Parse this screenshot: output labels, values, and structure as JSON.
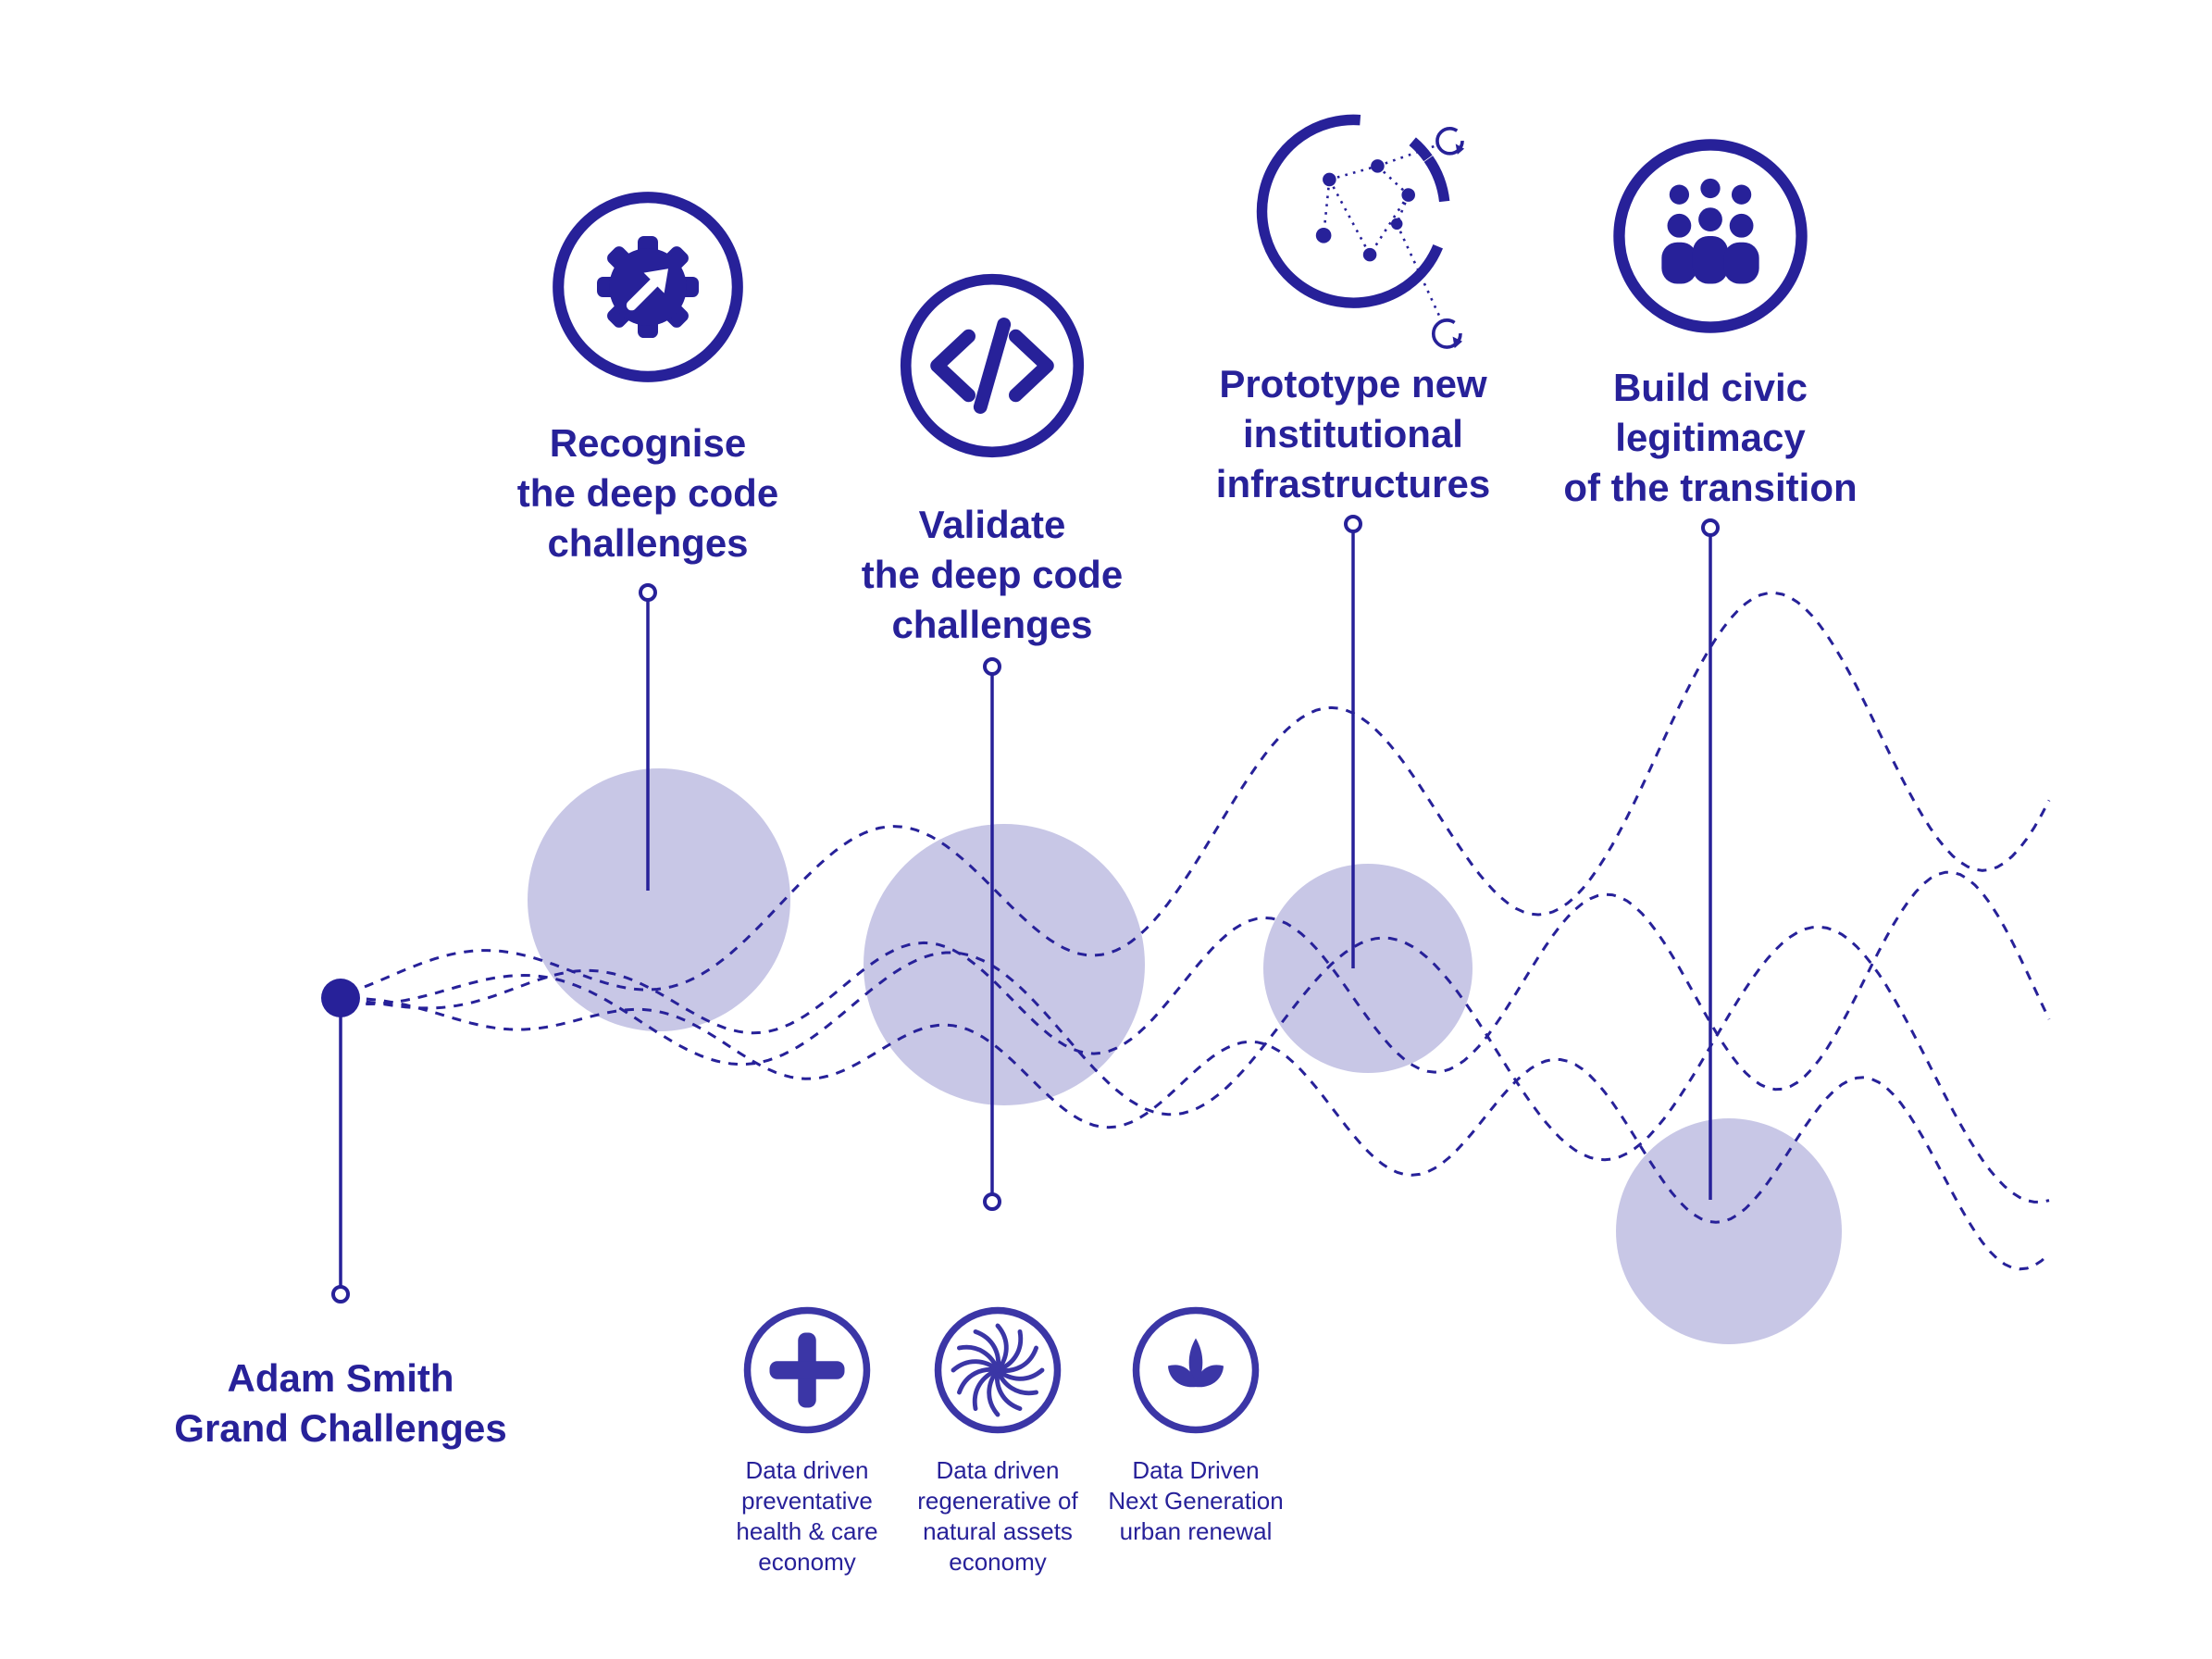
{
  "colors": {
    "navy": "#272199",
    "indigo": "#3b36a6",
    "blob": "#c8c7e6"
  },
  "milestones": [
    {
      "icon": "gear-arrow-icon",
      "label": "Recognise\nthe deep code\nchallenges"
    },
    {
      "icon": "code-icon",
      "label": "Validate\nthe deep code\nchallenges"
    },
    {
      "icon": "network-prototype-icon",
      "label": "Prototype new\ninstitutional\ninfrastructures"
    },
    {
      "icon": "people-group-icon",
      "label": "Build civic\nlegitimacy\nof the transition"
    }
  ],
  "origin": {
    "label": "Adam Smith\nGrand Challenges"
  },
  "outcomes": [
    {
      "icon": "plus-icon",
      "label": "Data driven\npreventative\nhealth & care\neconomy"
    },
    {
      "icon": "spiral-icon",
      "label": "Data driven\nregenerative of\nnatural assets\neconomy"
    },
    {
      "icon": "leaf-icon",
      "label": "Data Driven\nNext Generation\nurban renewal"
    }
  ]
}
